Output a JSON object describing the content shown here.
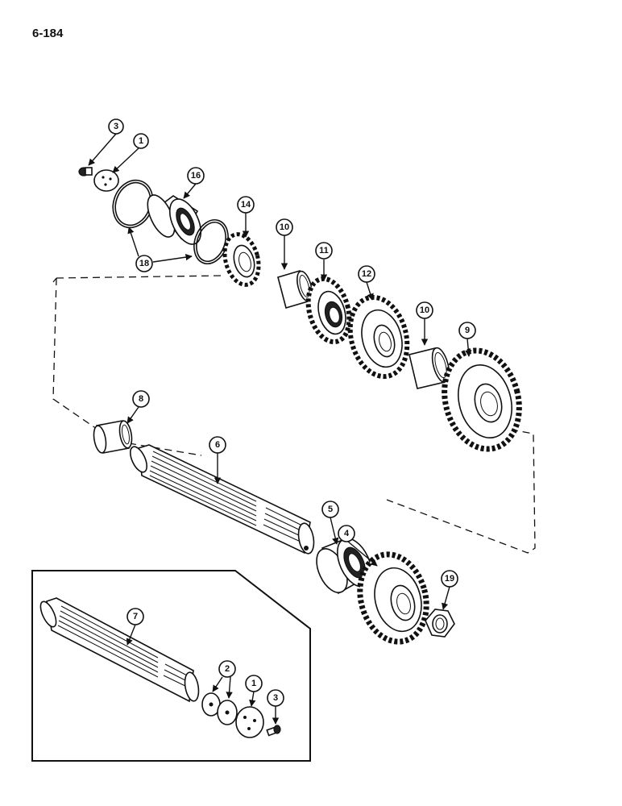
{
  "page_label": "6-184",
  "callouts": {
    "c3a": "3",
    "c1a": "1",
    "c16": "16",
    "c18": "18",
    "c14": "14",
    "c10a": "10",
    "c11": "11",
    "c12": "12",
    "c10b": "10",
    "c9": "9",
    "c8": "8",
    "c6": "6",
    "c5": "5",
    "c4": "4",
    "c19": "19",
    "c7": "7",
    "c2": "2",
    "c1b": "1",
    "c3b": "3"
  }
}
